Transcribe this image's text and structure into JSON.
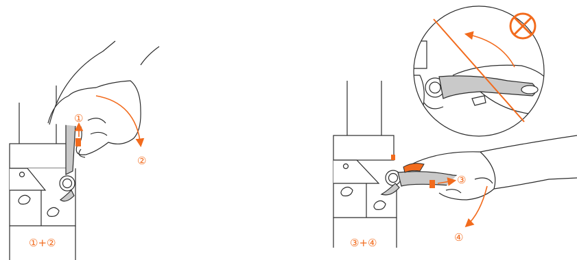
{
  "labels": {
    "step1": "①",
    "step2": "②",
    "step3": "③",
    "step4": "④",
    "caption_left": "①+②",
    "caption_right": "③+④"
  },
  "colors": {
    "accent": "#f26b1d",
    "line": "#2b2b2b",
    "metal": "#c9c9c9",
    "metal_dark": "#9d9d9d",
    "wrong_mark": "#f26b1d"
  },
  "icons": {
    "wrong": "cross-circle-icon"
  }
}
